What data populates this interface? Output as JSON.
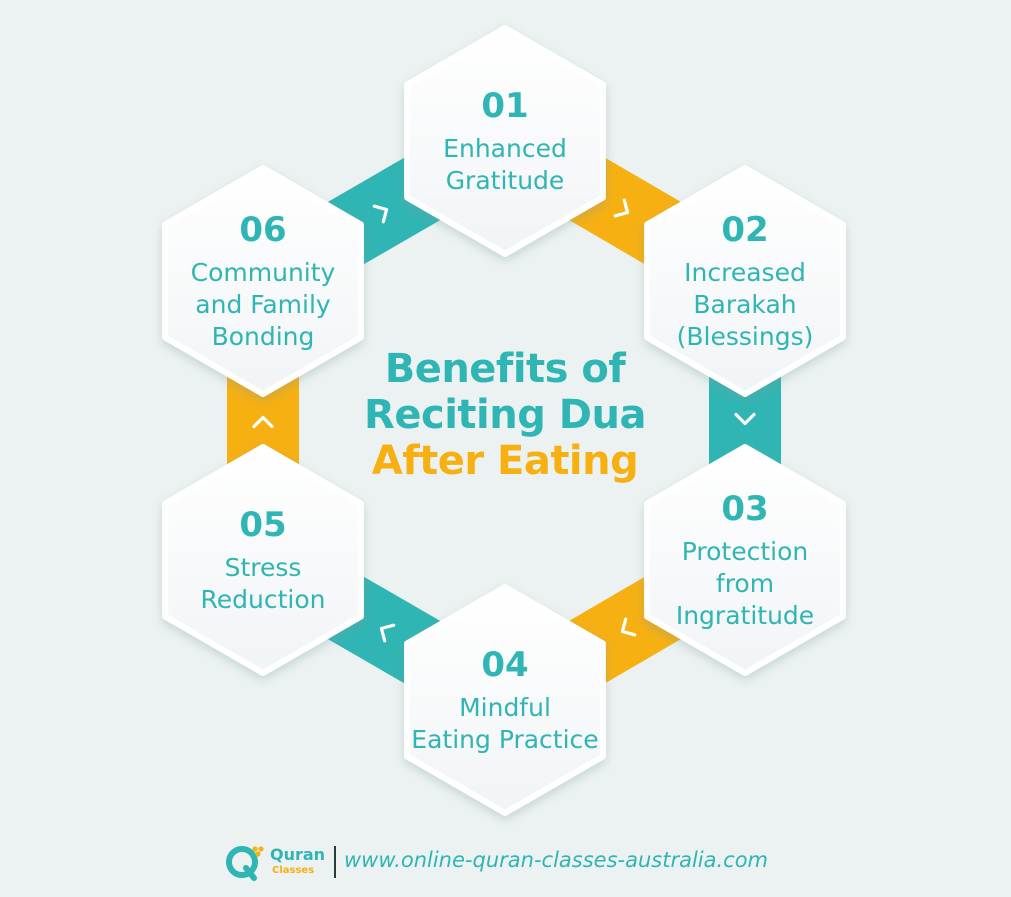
{
  "diagram": {
    "title_line1": "Benefits of",
    "title_line2": "Reciting Dua",
    "title_line3": "After Eating",
    "items": [
      {
        "number": "01",
        "lines": [
          "Enhanced",
          "Gratitude"
        ]
      },
      {
        "number": "02",
        "lines": [
          "Increased",
          "Barakah",
          "(Blessings)"
        ]
      },
      {
        "number": "03",
        "lines": [
          "Protection",
          "from",
          "Ingratitude"
        ]
      },
      {
        "number": "04",
        "lines": [
          "Mindful",
          "Eating Practice"
        ]
      },
      {
        "number": "05",
        "lines": [
          "Stress",
          "Reduction"
        ]
      },
      {
        "number": "06",
        "lines": [
          "Community",
          "and Family",
          "Bonding"
        ]
      }
    ]
  },
  "footer": {
    "logo_word1": "Quran",
    "logo_word2": "Classes",
    "url": "www.online-quran-classes-australia.com"
  },
  "colors": {
    "teal": "#2fb5b3",
    "orange": "#f6b012",
    "background": "#ecf2f2",
    "hex_fill": "#ffffff"
  },
  "icons": {
    "connector": "chevron-icon",
    "logo": "quran-classes-logo-icon"
  }
}
